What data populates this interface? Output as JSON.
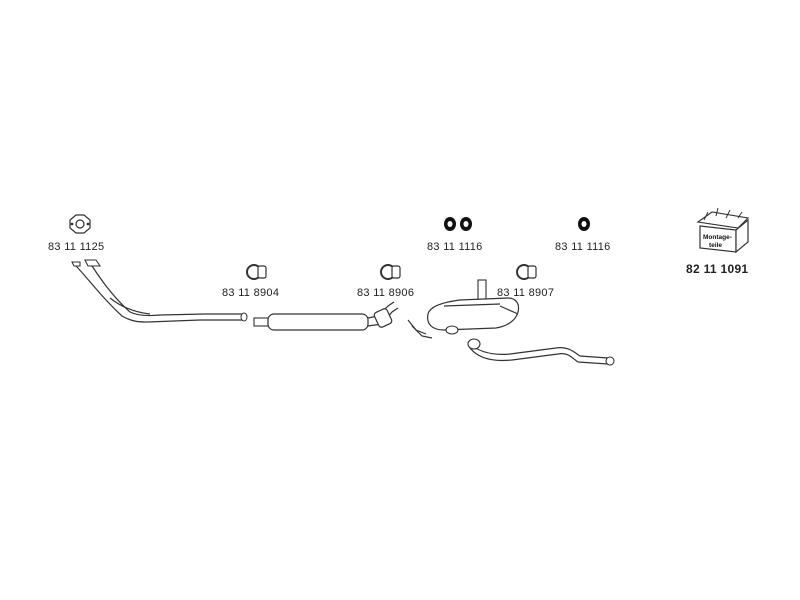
{
  "parts": {
    "gasket_front": {
      "number": "83 11 1125",
      "icon": "gasket-icon"
    },
    "clamp_1": {
      "number": "83 11 8904",
      "icon": "clamp-icon"
    },
    "clamp_2": {
      "number": "83 11 8906",
      "icon": "clamp-icon"
    },
    "rubber_mounts_pair": {
      "number": "83 11 1116",
      "icon": "rubber-mount-pair-icon"
    },
    "clamp_3": {
      "number": "83 11 8907",
      "icon": "clamp-icon"
    },
    "rubber_mount_single": {
      "number": "83 11 1116",
      "icon": "rubber-mount-icon"
    },
    "mounting_kit": {
      "number": "82 11 1091",
      "icon": "mounting-kit-box-icon",
      "box_text": "Montage-teile"
    }
  },
  "colors": {
    "line": "#333333",
    "fill": "#ffffff",
    "dark": "#111111"
  }
}
